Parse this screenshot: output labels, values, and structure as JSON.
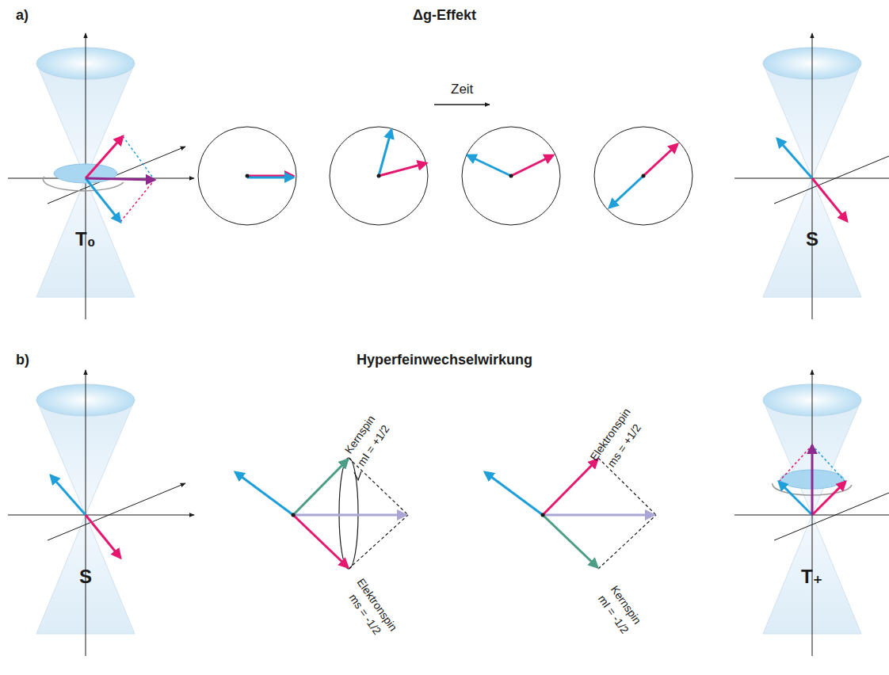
{
  "diagram": {
    "labels": [
      "a)",
      "Δg-Effekt",
      "Zeit",
      "T₀",
      "S",
      "b)",
      "Hyperfeinwechselwirkung",
      "S",
      "Kernspin",
      "mI = +1/2",
      "Elektronspin",
      "ms = -1/2",
      "Elektronspin",
      "ms = +1/2",
      "Kernspin",
      "mI = -1/2",
      "T₊"
    ]
  }
}
